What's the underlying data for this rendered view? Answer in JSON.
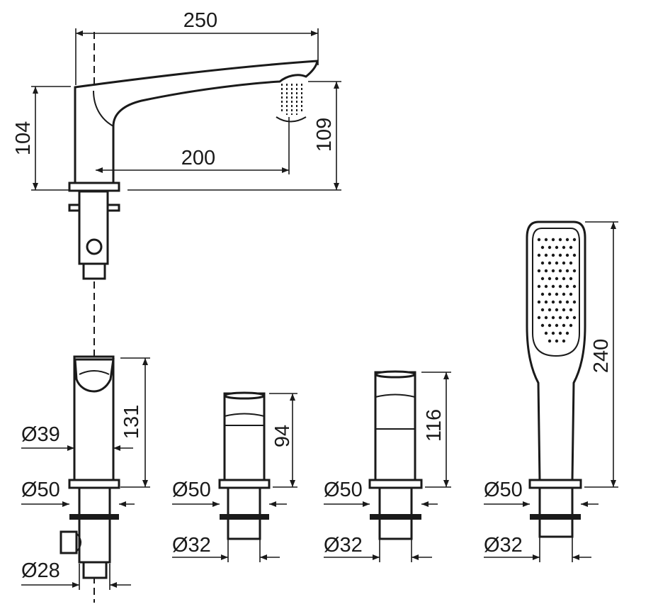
{
  "dimensions": {
    "spout_length": "250",
    "spout_height": "104",
    "outlet_height": "109",
    "spout_projection": "200",
    "mixer_height": "131",
    "mixer_body_diameter": "Ø39",
    "mixer_flange_diameter": "Ø50",
    "mixer_shank_diameter": "Ø28",
    "valve_small_height": "94",
    "valve_small_flange": "Ø50",
    "valve_small_shank": "Ø32",
    "valve_large_height": "116",
    "valve_large_flange": "Ø50",
    "valve_large_shank": "Ø32",
    "handshower_height": "240",
    "handshower_flange": "Ø50",
    "handshower_shank": "Ø32"
  }
}
